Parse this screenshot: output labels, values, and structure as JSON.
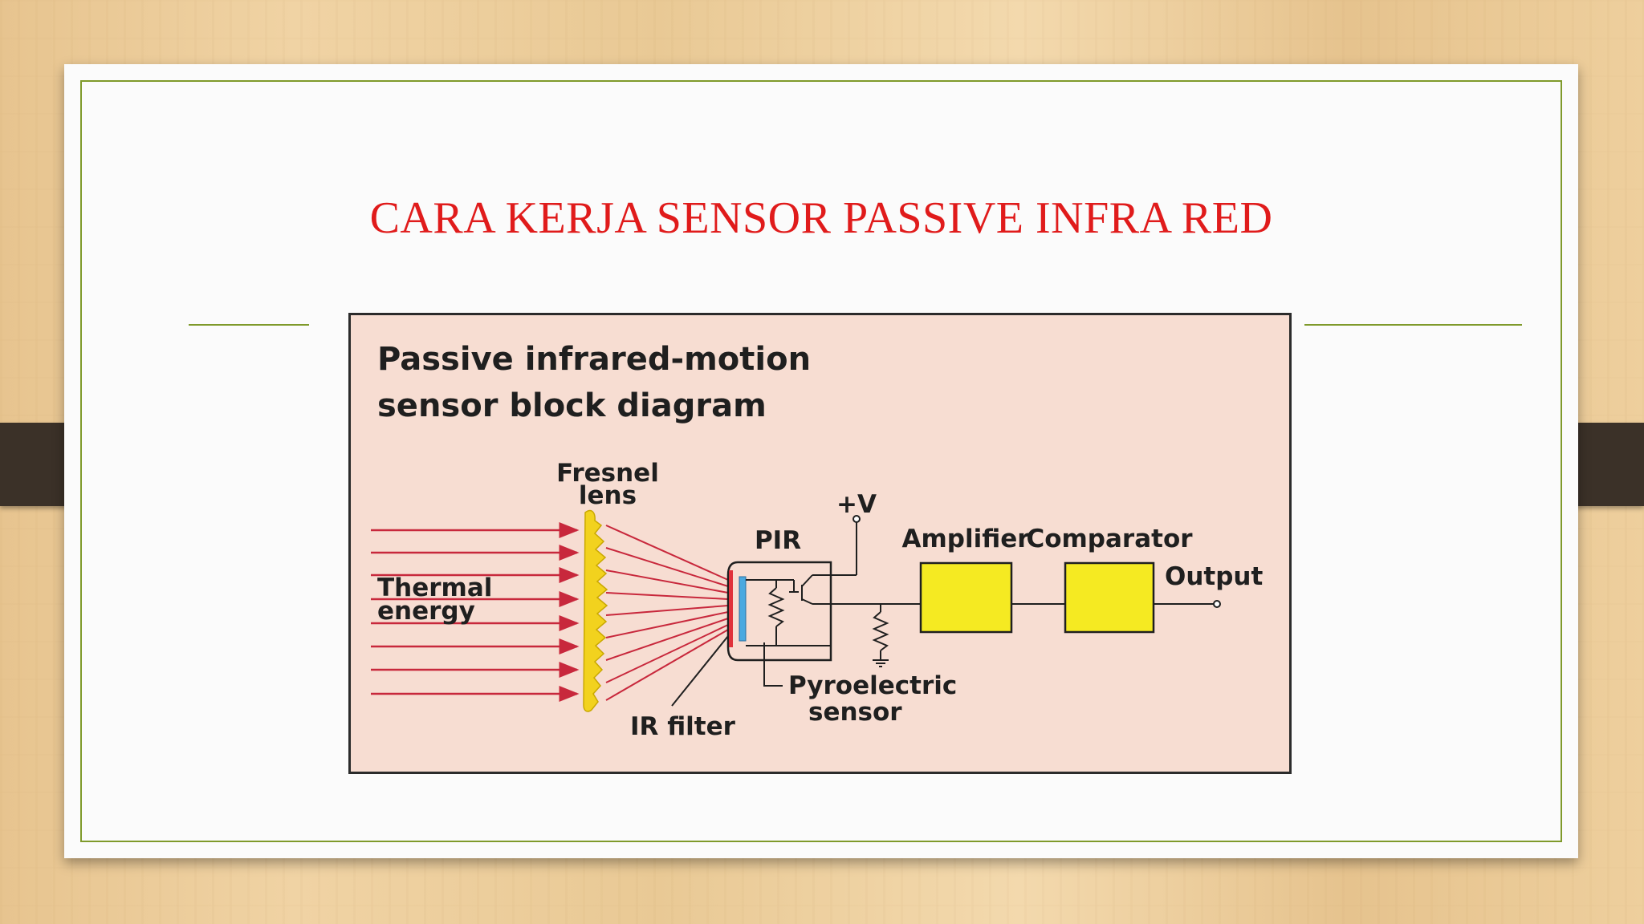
{
  "slide": {
    "title": "CARA KERJA SENSOR PASSIVE INFRA RED"
  },
  "diagram": {
    "heading_line1": "Passive infrared-motion",
    "heading_line2": "sensor block diagram",
    "labels": {
      "fresnel_line1": "Fresnel",
      "fresnel_line2": "lens",
      "thermal_line1": "Thermal",
      "thermal_line2": "energy",
      "pir": "PIR",
      "supply": "+V",
      "amplifier": "Amplifier",
      "comparator": "Comparator",
      "output": "Output",
      "pyro_line1": "Pyroelectric",
      "pyro_line2": "sensor",
      "ir_filter": "IR filter"
    },
    "colors": {
      "arrow": "#c8283c",
      "lens": "#f2d21e",
      "box": "#f5ea22",
      "filter_red": "#e0323c",
      "filter_blue": "#4aa9e0"
    }
  }
}
